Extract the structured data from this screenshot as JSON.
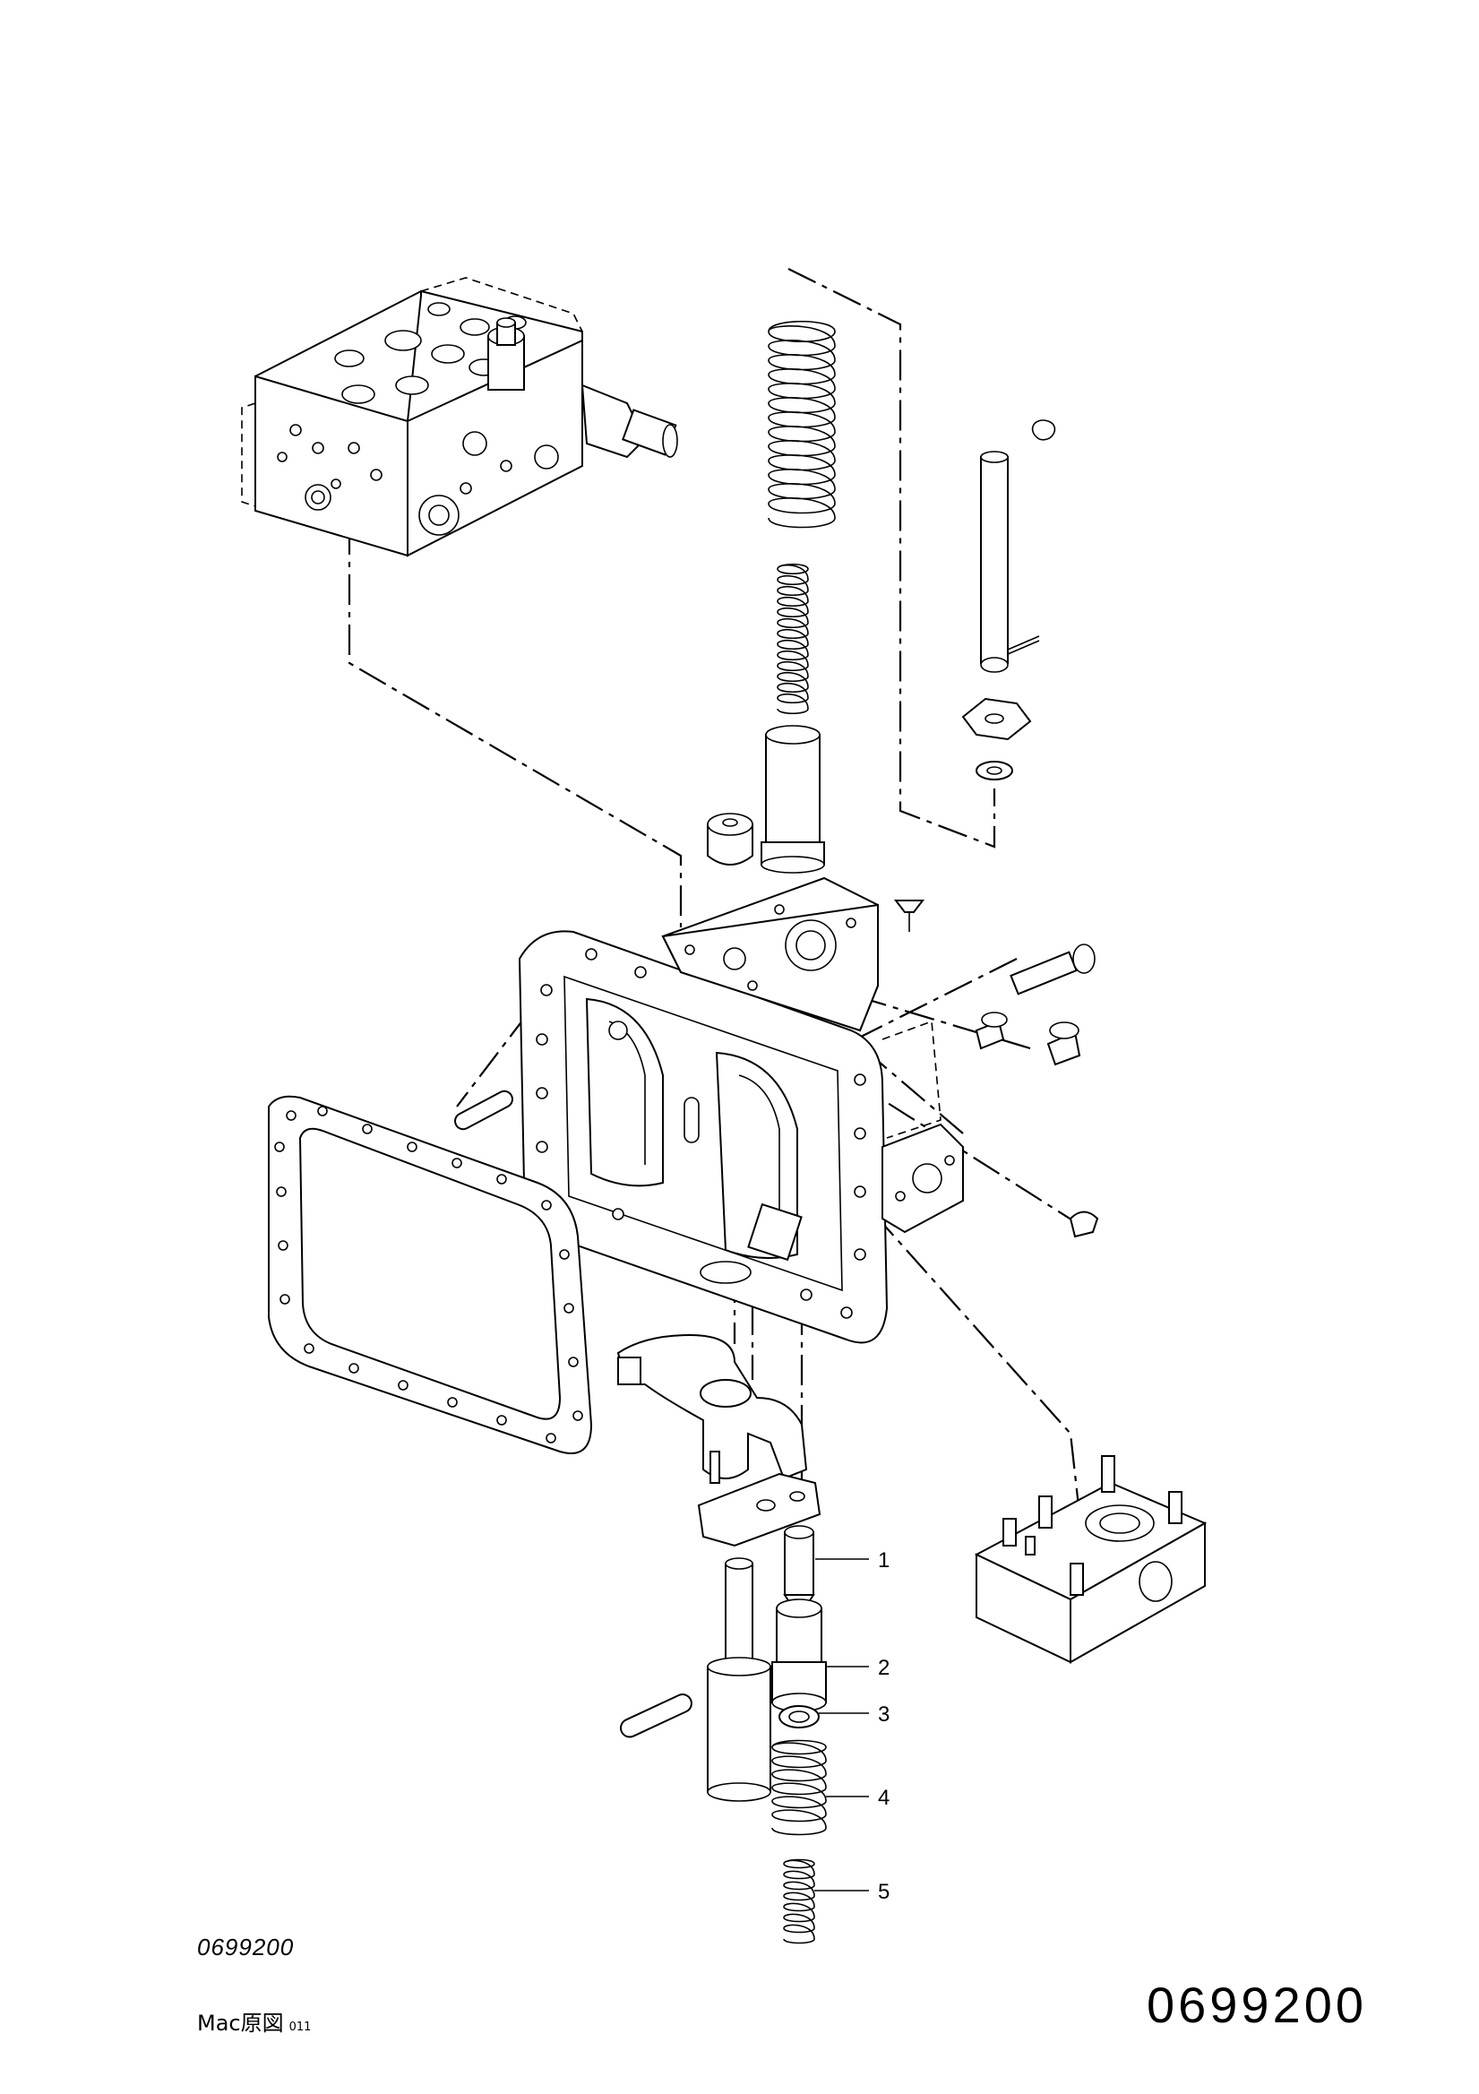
{
  "drawing": {
    "reference_small": "0699200",
    "reference_large": "0699200",
    "origin_label": "Mac原図",
    "origin_sub": "011"
  },
  "callouts": [
    {
      "number": "1",
      "part": "plug"
    },
    {
      "number": "2",
      "part": "sleeve"
    },
    {
      "number": "3",
      "part": "seal-ring"
    },
    {
      "number": "4",
      "part": "spring-large"
    },
    {
      "number": "5",
      "part": "spring-small"
    }
  ]
}
